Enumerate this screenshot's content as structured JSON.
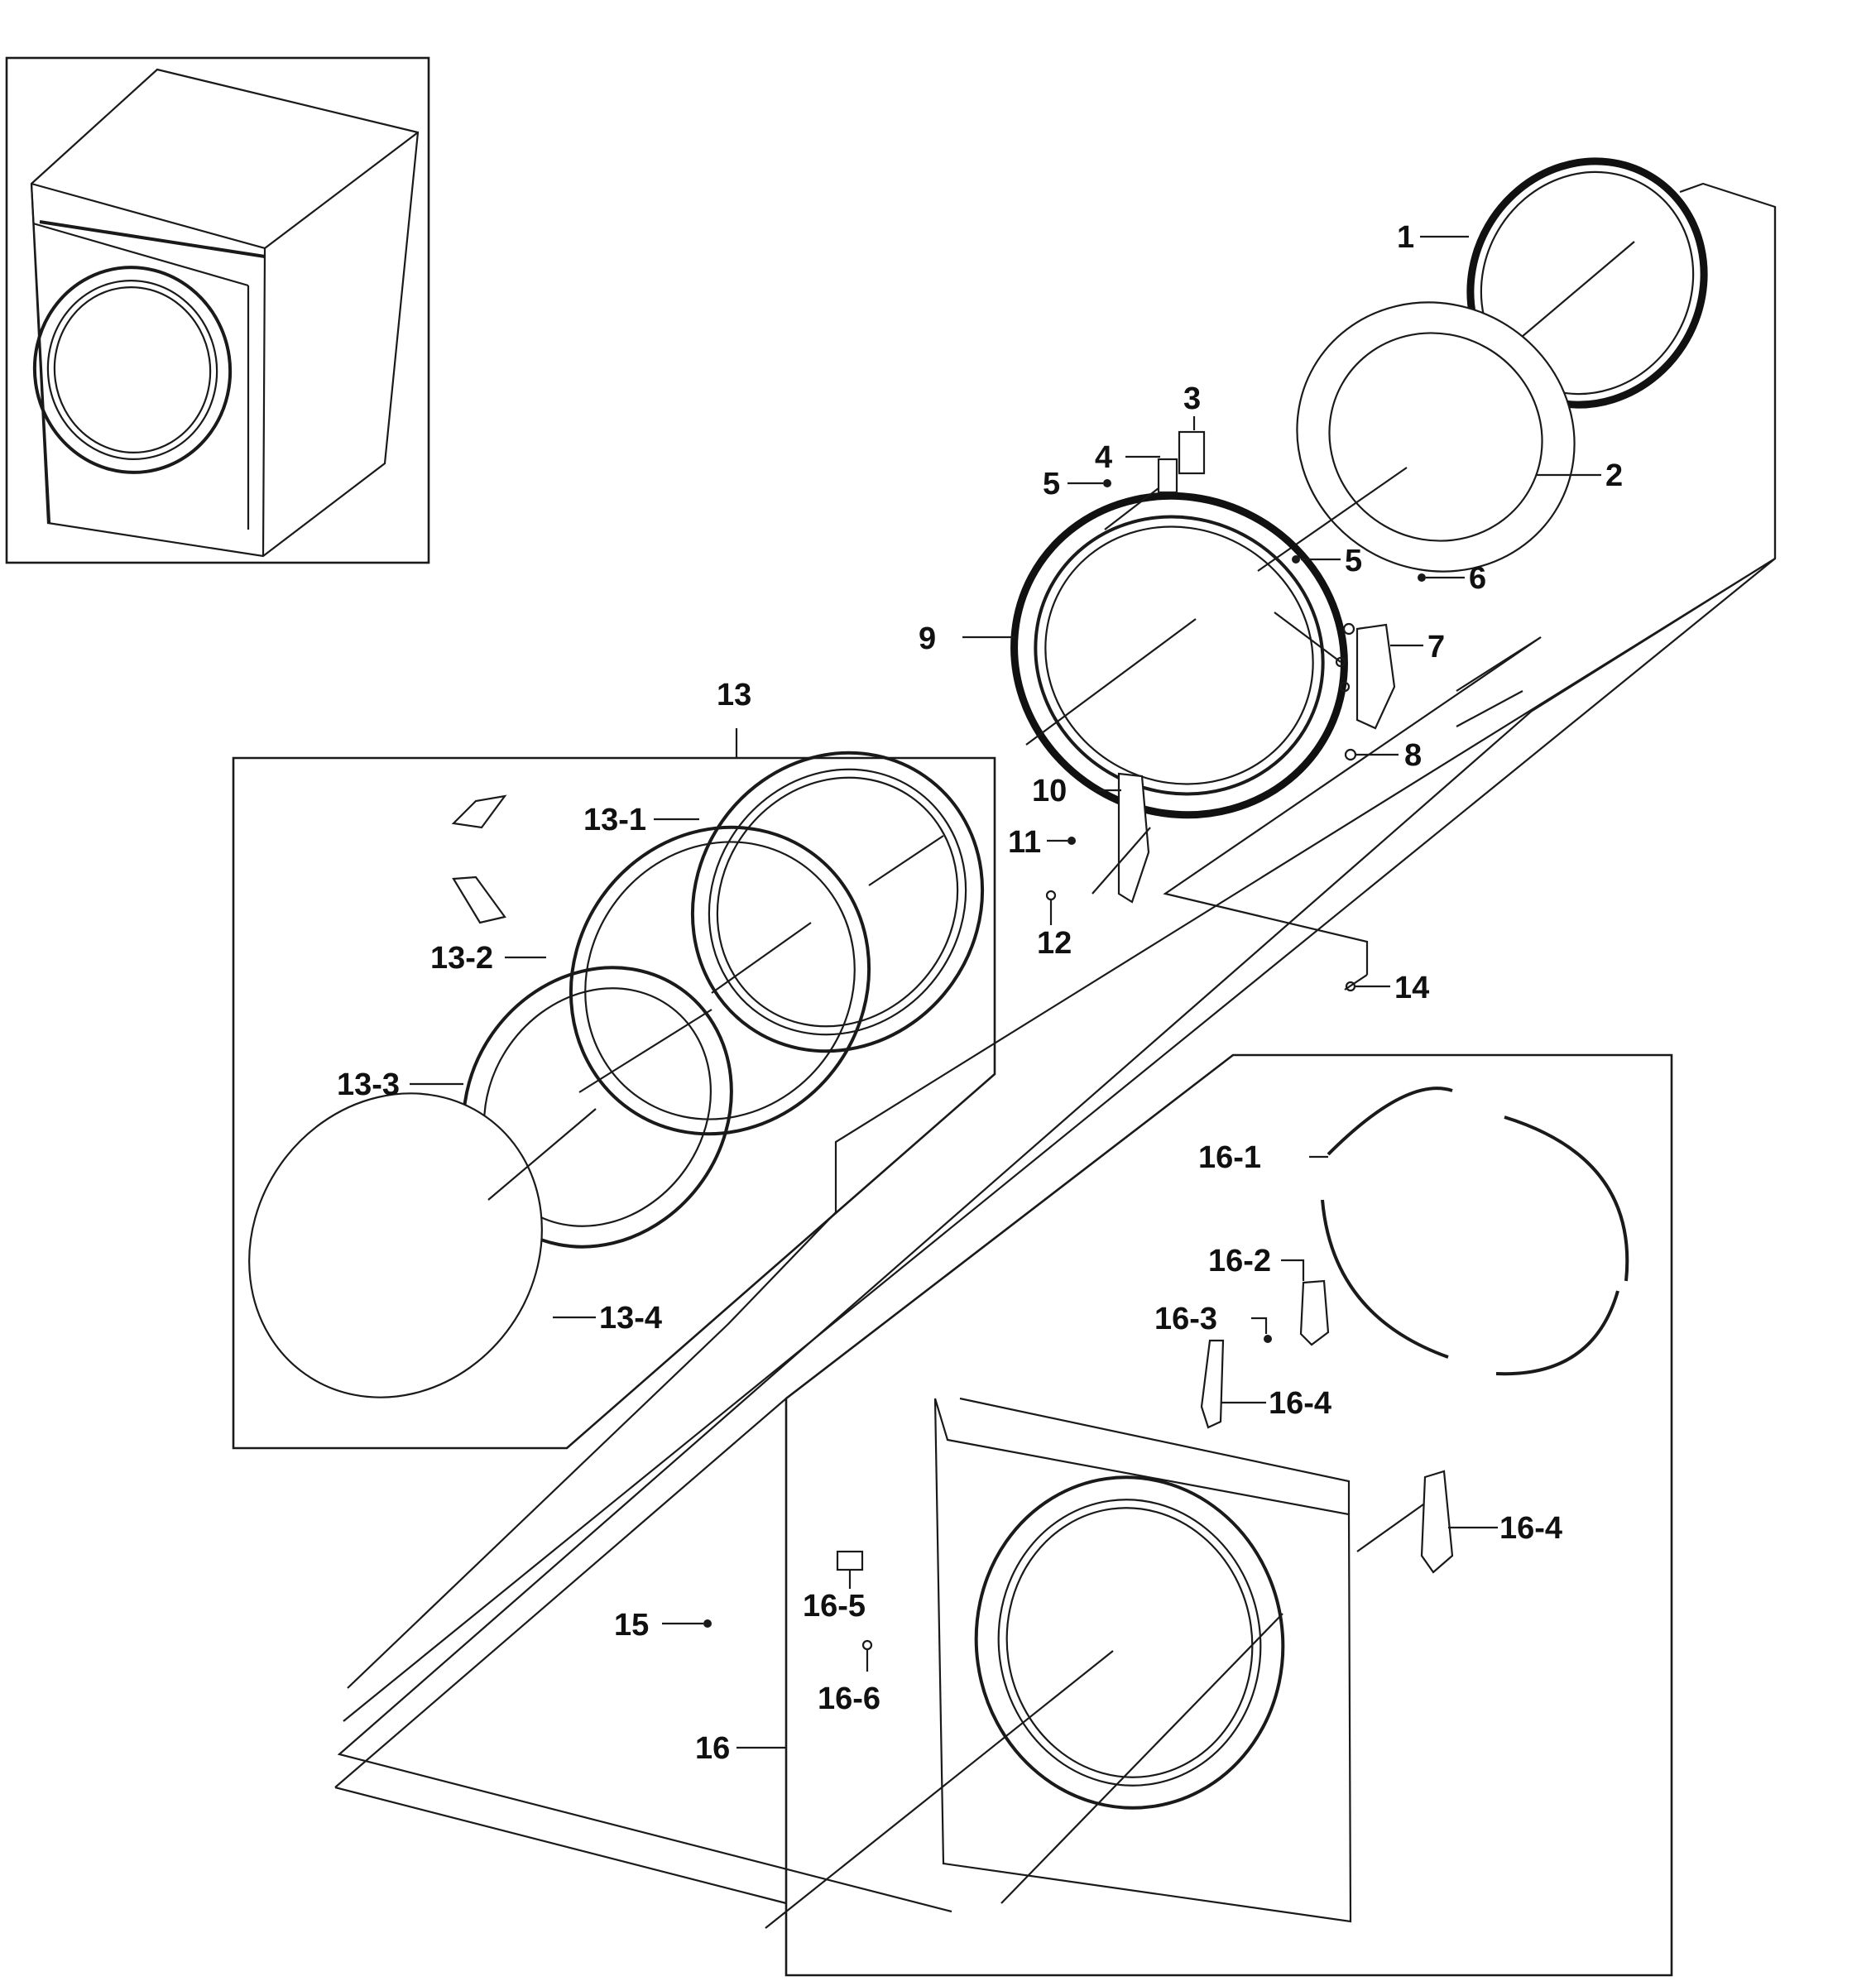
{
  "colors": {
    "line": "#1a1a1a",
    "background": "#ffffff",
    "label": "#111111"
  },
  "labels": {
    "p1": "1",
    "p2": "2",
    "p3": "3",
    "p4": "4",
    "p5a": "5",
    "p5b": "5",
    "p6": "6",
    "p7": "7",
    "p8": "8",
    "p9": "9",
    "p10": "10",
    "p11": "11",
    "p12": "12",
    "p13": "13",
    "p13_1": "13-1",
    "p13_2": "13-2",
    "p13_3": "13-3",
    "p13_4": "13-4",
    "p14": "14",
    "p15": "15",
    "p16": "16",
    "p16_1": "16-1",
    "p16_2": "16-2",
    "p16_3": "16-3",
    "p16_4a": "16-4",
    "p16_4b": "16-4",
    "p16_5": "16-5",
    "p16_6": "16-6"
  }
}
